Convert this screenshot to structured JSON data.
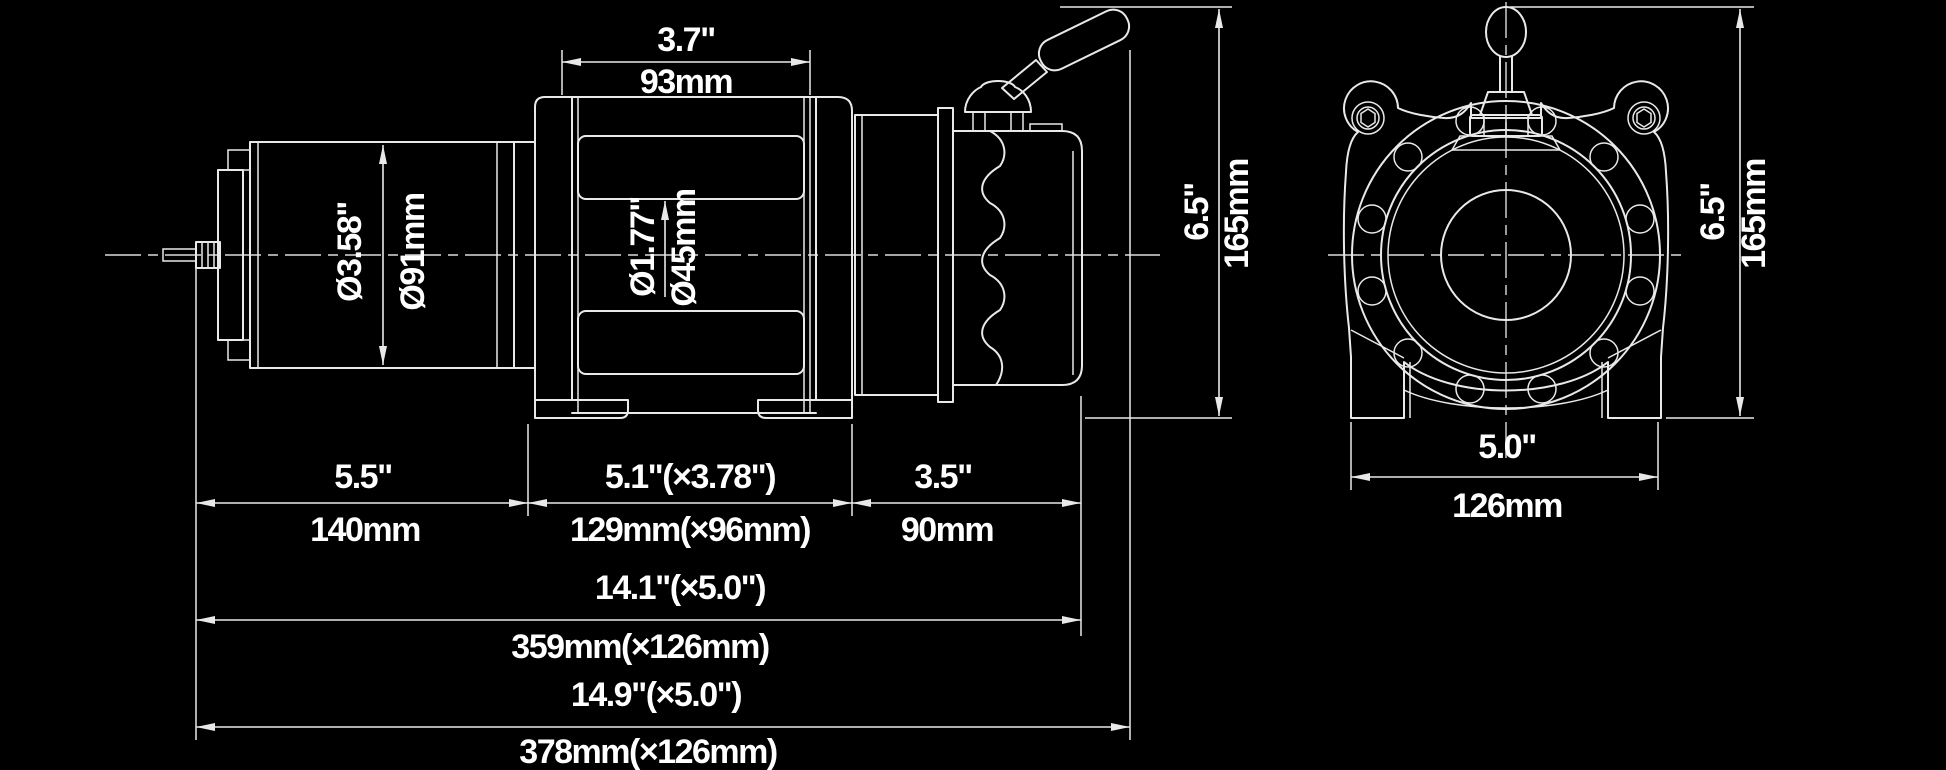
{
  "colors": {
    "background": "#000000",
    "line": "#e9e9e9",
    "text": "#ffffff"
  },
  "side_view": {
    "dims": {
      "drum_width_in": "3.7\"",
      "drum_width_mm": "93mm",
      "motor_dia_in": "Ø3.58\"",
      "motor_dia_mm": "Ø91mm",
      "barrel_dia_in": "Ø1.77\"",
      "barrel_dia_mm": "Ø45mm",
      "height_in": "6.5\"",
      "height_mm": "165mm",
      "motor_len_in": "5.5\"",
      "motor_len_mm": "140mm",
      "mid_len_in": "5.1\"(×3.78\")",
      "mid_len_mm": "129mm(×96mm)",
      "clutch_len_in": "3.5\"",
      "clutch_len_mm": "90mm",
      "mount_len_in": "14.1\"(×5.0\")",
      "mount_len_mm": "359mm(×126mm)",
      "overall_len_in": "14.9\"(×5.0\")",
      "overall_len_mm": "378mm(×126mm)"
    }
  },
  "front_view": {
    "dims": {
      "width_in": "5.0\"",
      "width_mm": "126mm",
      "height_in": "6.5\"",
      "height_mm": "165mm"
    }
  }
}
